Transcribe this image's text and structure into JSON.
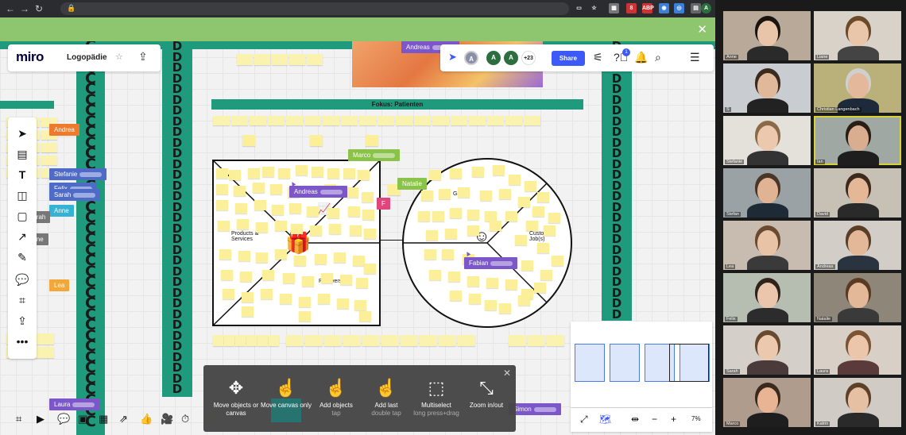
{
  "browser": {
    "extensions": [
      {
        "name": "cast-icon",
        "glyph": "▭"
      },
      {
        "name": "star-icon",
        "glyph": "☆"
      },
      {
        "name": "ext-1",
        "glyph": "▦"
      },
      {
        "name": "ext-badge",
        "glyph": "8"
      },
      {
        "name": "abp",
        "glyph": "ABP"
      },
      {
        "name": "ext-globe",
        "glyph": "◉"
      },
      {
        "name": "ext-blue",
        "glyph": "◎"
      },
      {
        "name": "ext-puzzle",
        "glyph": "▤"
      },
      {
        "name": "profile",
        "glyph": "A"
      }
    ]
  },
  "toolbar": {
    "logo": "miro",
    "board_name": "Logopädie",
    "share_label": "Share",
    "more_count": "+23",
    "notifications_badge": "1",
    "avatars": [
      {
        "letter": "A",
        "color": "#8a8fa8"
      },
      {
        "letter": "A",
        "color": "#2d6e3e"
      },
      {
        "letter": "A",
        "color": "#2d6e3e"
      }
    ]
  },
  "board": {
    "focus_label": "Fokus: Patienten",
    "strip_letters": [
      "C",
      "D"
    ],
    "canvas_labels": {
      "products": "Products & Services",
      "relievers": "Relievers",
      "gains": "Gains",
      "customer_jobs": "Customer Job(s)"
    },
    "cursors": [
      {
        "name": "Andreas",
        "color": "#7b57c9"
      },
      {
        "name": "Andrea",
        "color": "#f07a2c"
      },
      {
        "name": "Stefanie",
        "color": "#4f6bc8"
      },
      {
        "name": "Felix",
        "color": "#4f6bc8"
      },
      {
        "name": "Sarah",
        "color": "#4f6bc8"
      },
      {
        "name": "Anne",
        "color": "#35b2d6"
      },
      {
        "name": "Sarah",
        "color": "#777777"
      },
      {
        "name": "Anne",
        "color": "#777777"
      },
      {
        "name": "Lea",
        "color": "#f2a73a"
      },
      {
        "name": "Marco",
        "color": "#8bc34a"
      },
      {
        "name": "Natalie",
        "color": "#8bc34a"
      },
      {
        "name": "Andreas",
        "color": "#7b57c9"
      },
      {
        "name": "F",
        "color": "#e0457b"
      },
      {
        "name": "Fabian",
        "color": "#7b57c9"
      },
      {
        "name": "Laura",
        "color": "#7b57c9"
      },
      {
        "name": "Simon",
        "color": "#7b57c9"
      }
    ]
  },
  "gestures": {
    "items": [
      {
        "label": "Move objects or canvas",
        "hint": ""
      },
      {
        "label": "Move canvas only",
        "hint": ""
      },
      {
        "label": "Add objects",
        "hint": "tap"
      },
      {
        "label": "Add last",
        "hint": "double tap"
      },
      {
        "label": "Multiselect",
        "hint": "long press+drag"
      },
      {
        "label": "Zoom in/out",
        "hint": ""
      }
    ]
  },
  "zoom": {
    "level": "7%"
  },
  "video": {
    "participants": [
      {
        "name": "Anne",
        "bg": "#b8a999",
        "skin": "#e8c4a8",
        "hair": "#1a1410",
        "shirt": "#2a2a2a"
      },
      {
        "name": "Liane",
        "bg": "#d8d2c8",
        "skin": "#e9c6a9",
        "hair": "#6b4a2a",
        "shirt": "#444444"
      },
      {
        "name": "S",
        "bg": "#c9cdd2",
        "skin": "#e2b89a",
        "hair": "#3b2a1e",
        "shirt": "#222222"
      },
      {
        "name": "Christian Langenbach",
        "bg": "#b9b07a",
        "skin": "#e3b89b",
        "hair": "#cfcfcf",
        "shirt": "#1c2a3a"
      },
      {
        "name": "Stefanie",
        "bg": "#e4e0da",
        "skin": "#ecc8ae",
        "hair": "#8a6a48",
        "shirt": "#333333"
      },
      {
        "name": "Ian",
        "bg": "#a0a8a4",
        "skin": "#d8ad90",
        "hair": "#2a1e16",
        "shirt": "#1e1e1e"
      },
      {
        "name": "Stefan",
        "bg": "#9aa2a6",
        "skin": "#e0b394",
        "hair": "#4a3626",
        "shirt": "#1e2a36"
      },
      {
        "name": "David",
        "bg": "#c7c0b4",
        "skin": "#e4b896",
        "hair": "#3d2a1c",
        "shirt": "#2a2a2a"
      },
      {
        "name": "Lea",
        "bg": "#c8bcb0",
        "skin": "#e8c3a6",
        "hair": "#6a4a30",
        "shirt": "#3a3a3a"
      },
      {
        "name": "Andreas",
        "bg": "#d2cdc6",
        "skin": "#e2b898",
        "hair": "#5a3e28",
        "shirt": "#2a3440"
      },
      {
        "name": "Felix",
        "bg": "#b6beb2",
        "skin": "#ecc6ac",
        "hair": "#2e241c",
        "shirt": "#2c2c2c"
      },
      {
        "name": "Natalie",
        "bg": "#8e8678",
        "skin": "#e2b898",
        "hair": "#5a3a22",
        "shirt": "#3a3a3a"
      },
      {
        "name": "Sarah",
        "bg": "#d4cfc8",
        "skin": "#ecc8ae",
        "hair": "#6a4a2e",
        "shirt": "#4a3a3a"
      },
      {
        "name": "Laura",
        "bg": "#d8d0c6",
        "skin": "#ecc6aa",
        "hair": "#7a5434",
        "shirt": "#5a3a3a"
      },
      {
        "name": "Marco",
        "bg": "#b09c8c",
        "skin": "#e8b494",
        "hair": "#3a2a1e",
        "shirt": "#1e1e1e"
      },
      {
        "name": "Katrin",
        "bg": "#d0cbc4",
        "skin": "#e6c0a2",
        "hair": "#5e4028",
        "shirt": "#2a2a2a"
      }
    ]
  }
}
